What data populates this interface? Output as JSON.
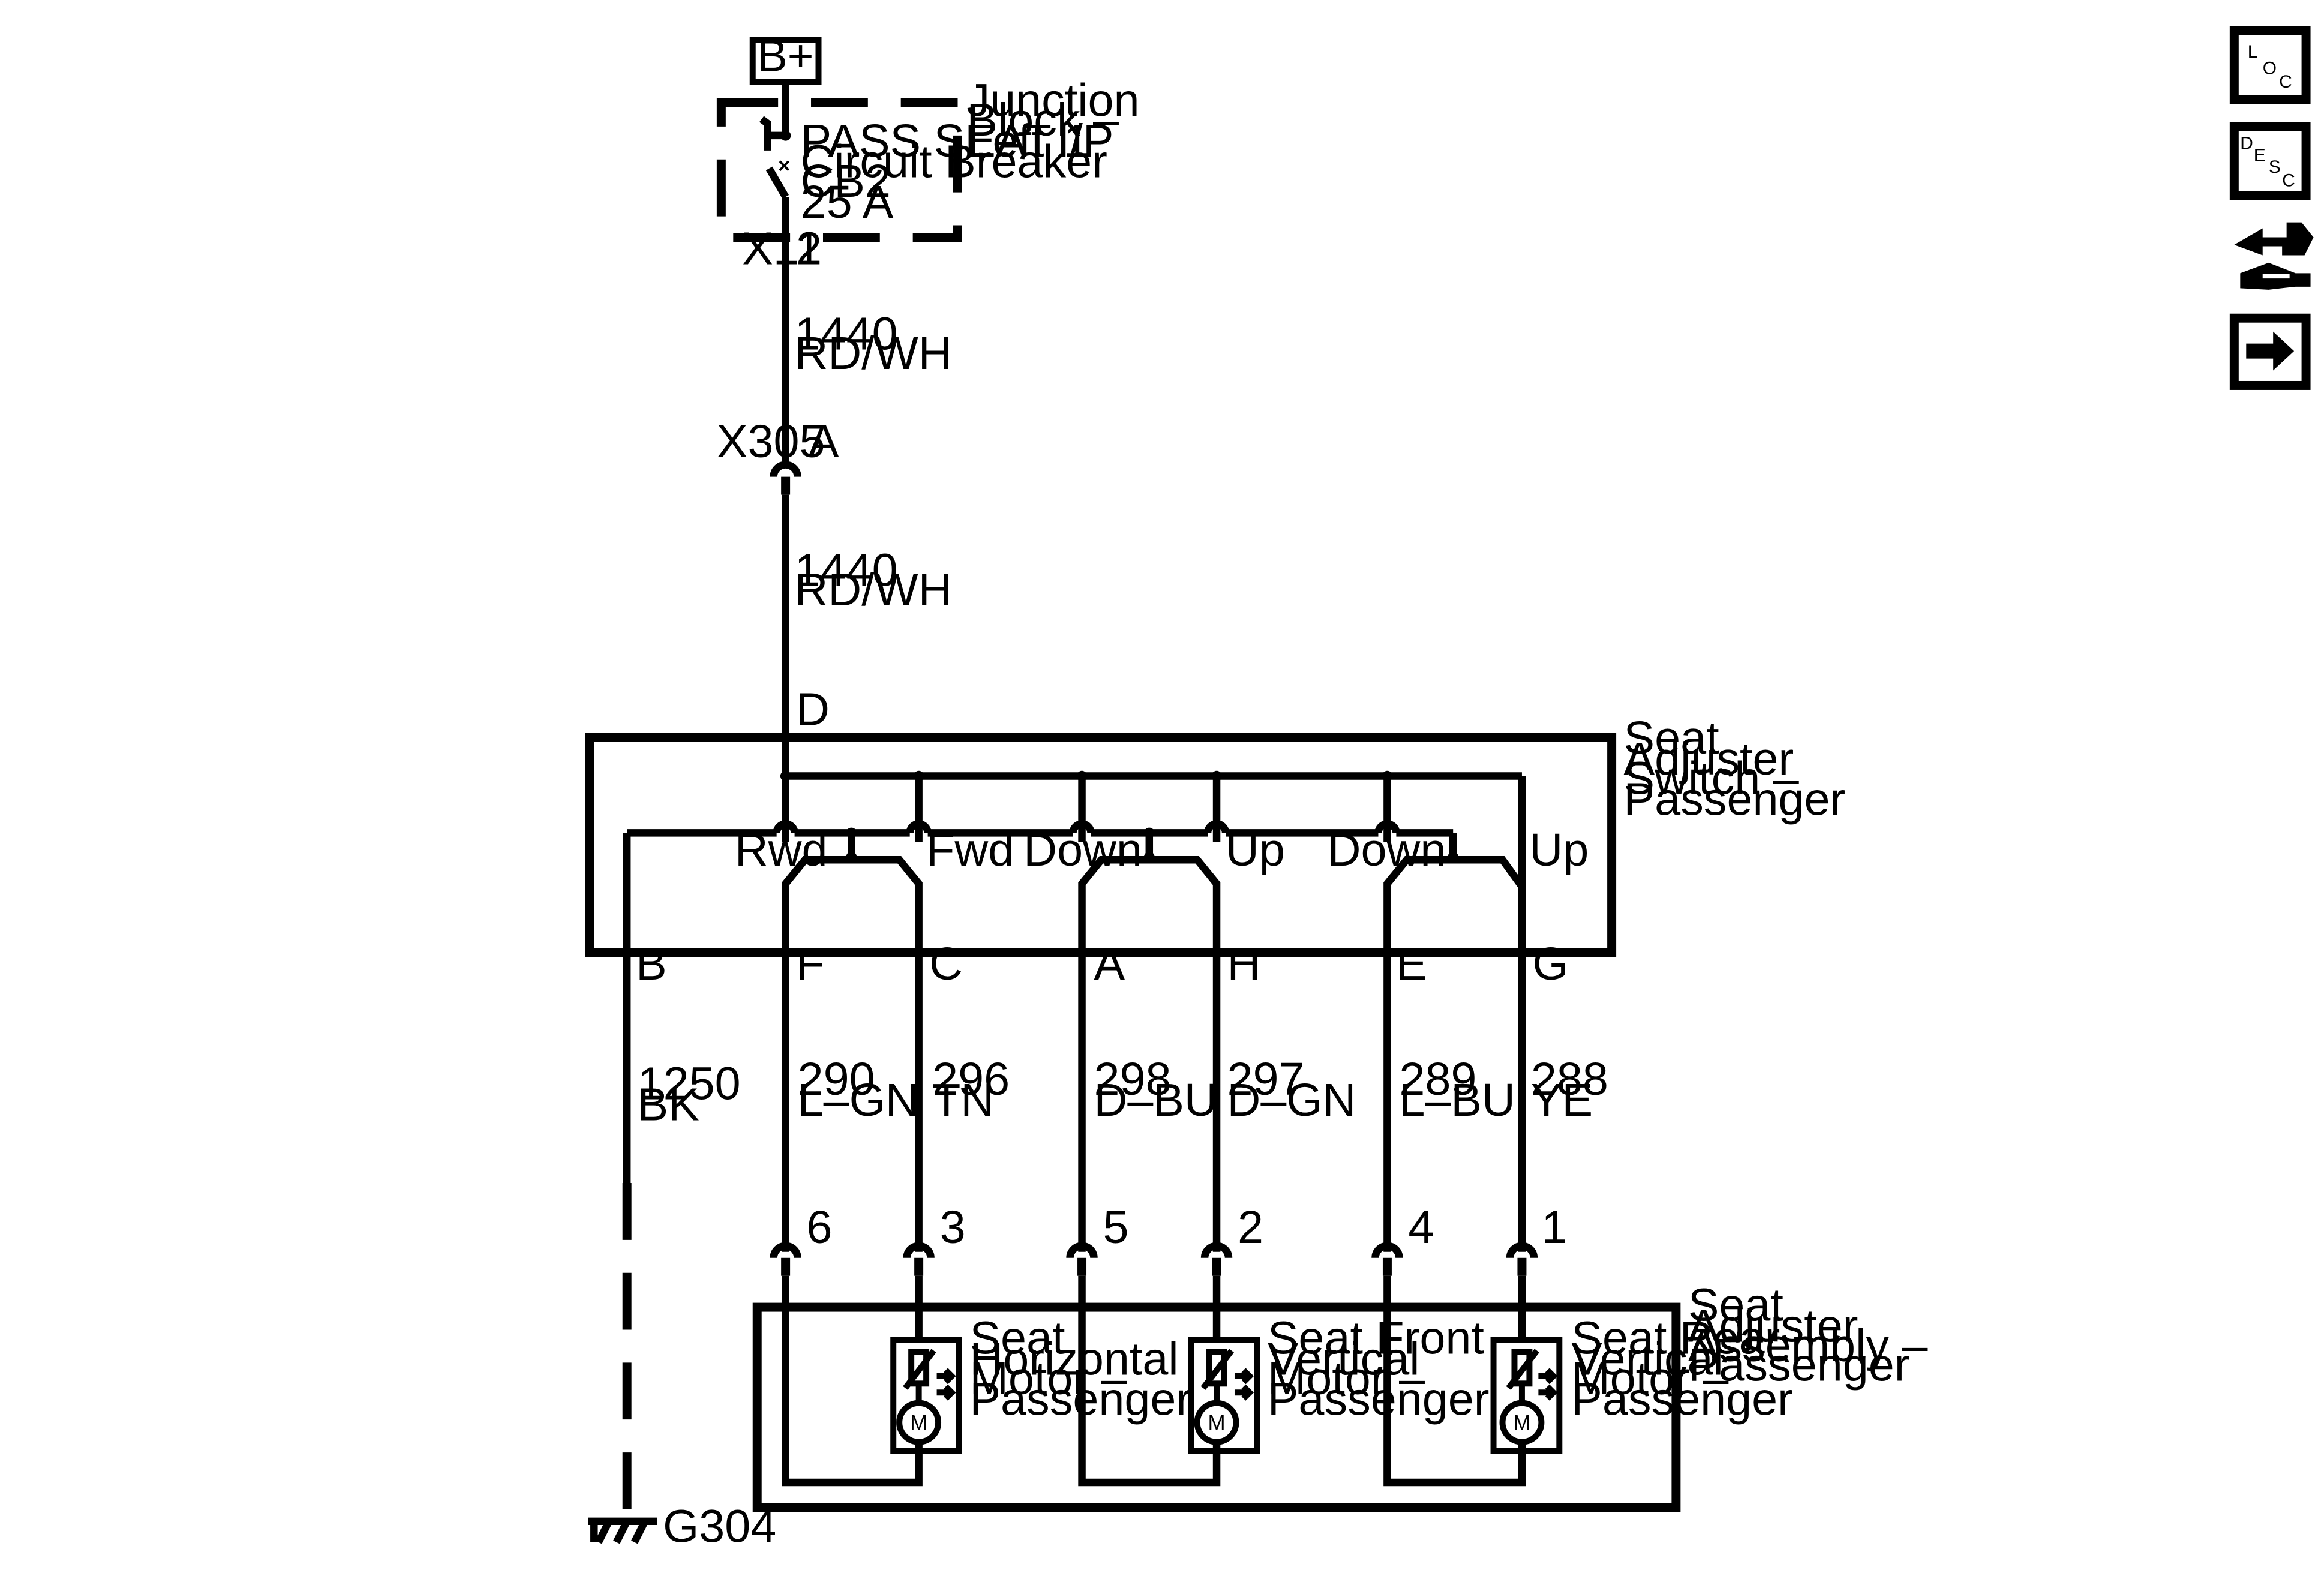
{
  "power": {
    "label": "B+"
  },
  "junction_block": {
    "name_lines": [
      "Junction",
      "Block –",
      "Left I/P"
    ],
    "breaker_lines": [
      "PASS SEAT 1",
      "Circuit Breaker",
      "CB2",
      "25 A"
    ],
    "connector": "X11",
    "pin": "2"
  },
  "wire_feed_1": {
    "circuit": "1440",
    "color": "RD/WH"
  },
  "inline_connector": {
    "name": "X305",
    "pin": "A"
  },
  "wire_feed_2": {
    "circuit": "1440",
    "color": "RD/WH"
  },
  "switch": {
    "name_lines": [
      "Seat",
      "Adjuster",
      "Switch –",
      "Passenger"
    ],
    "input_pin": "D",
    "contact_labels": [
      "Rwd",
      "Fwd",
      "Down",
      "Up",
      "Down",
      "Up"
    ],
    "bottom_pins": [
      "B",
      "F",
      "C",
      "A",
      "H",
      "E",
      "G"
    ]
  },
  "ground_wire": {
    "circuit": "1250",
    "color": "BK"
  },
  "motor_wires": [
    {
      "circuit": "290",
      "color": "L–GN",
      "assembly_pin": "6"
    },
    {
      "circuit": "296",
      "color": "TN",
      "assembly_pin": "3"
    },
    {
      "circuit": "298",
      "color": "D–BU",
      "assembly_pin": "5"
    },
    {
      "circuit": "297",
      "color": "D–GN",
      "assembly_pin": "2"
    },
    {
      "circuit": "289",
      "color": "L–BU",
      "assembly_pin": "4"
    },
    {
      "circuit": "288",
      "color": "YE",
      "assembly_pin": "1"
    }
  ],
  "assembly": {
    "name_lines": [
      "Seat",
      "Adjuster",
      "Assembly –",
      "Passenger"
    ],
    "motors": [
      {
        "symbol": "M",
        "name_lines": [
          "Seat",
          "Horizontal",
          "Motor –",
          "Passenger"
        ]
      },
      {
        "symbol": "M",
        "name_lines": [
          "Seat Front",
          "Vertical",
          "Motor –",
          "Passenger"
        ]
      },
      {
        "symbol": "M",
        "name_lines": [
          "Seat Rear",
          "Vertical",
          "Motor –",
          "Passenger"
        ]
      }
    ]
  },
  "ground": {
    "name": "G304"
  },
  "side_icons": [
    {
      "name": "location-icon",
      "letters": [
        "L",
        "O",
        "C"
      ]
    },
    {
      "name": "description-icon",
      "letters": [
        "D",
        "E",
        "S",
        "C"
      ]
    },
    {
      "name": "connector-repair-icon"
    },
    {
      "name": "next-arrow-icon"
    }
  ]
}
